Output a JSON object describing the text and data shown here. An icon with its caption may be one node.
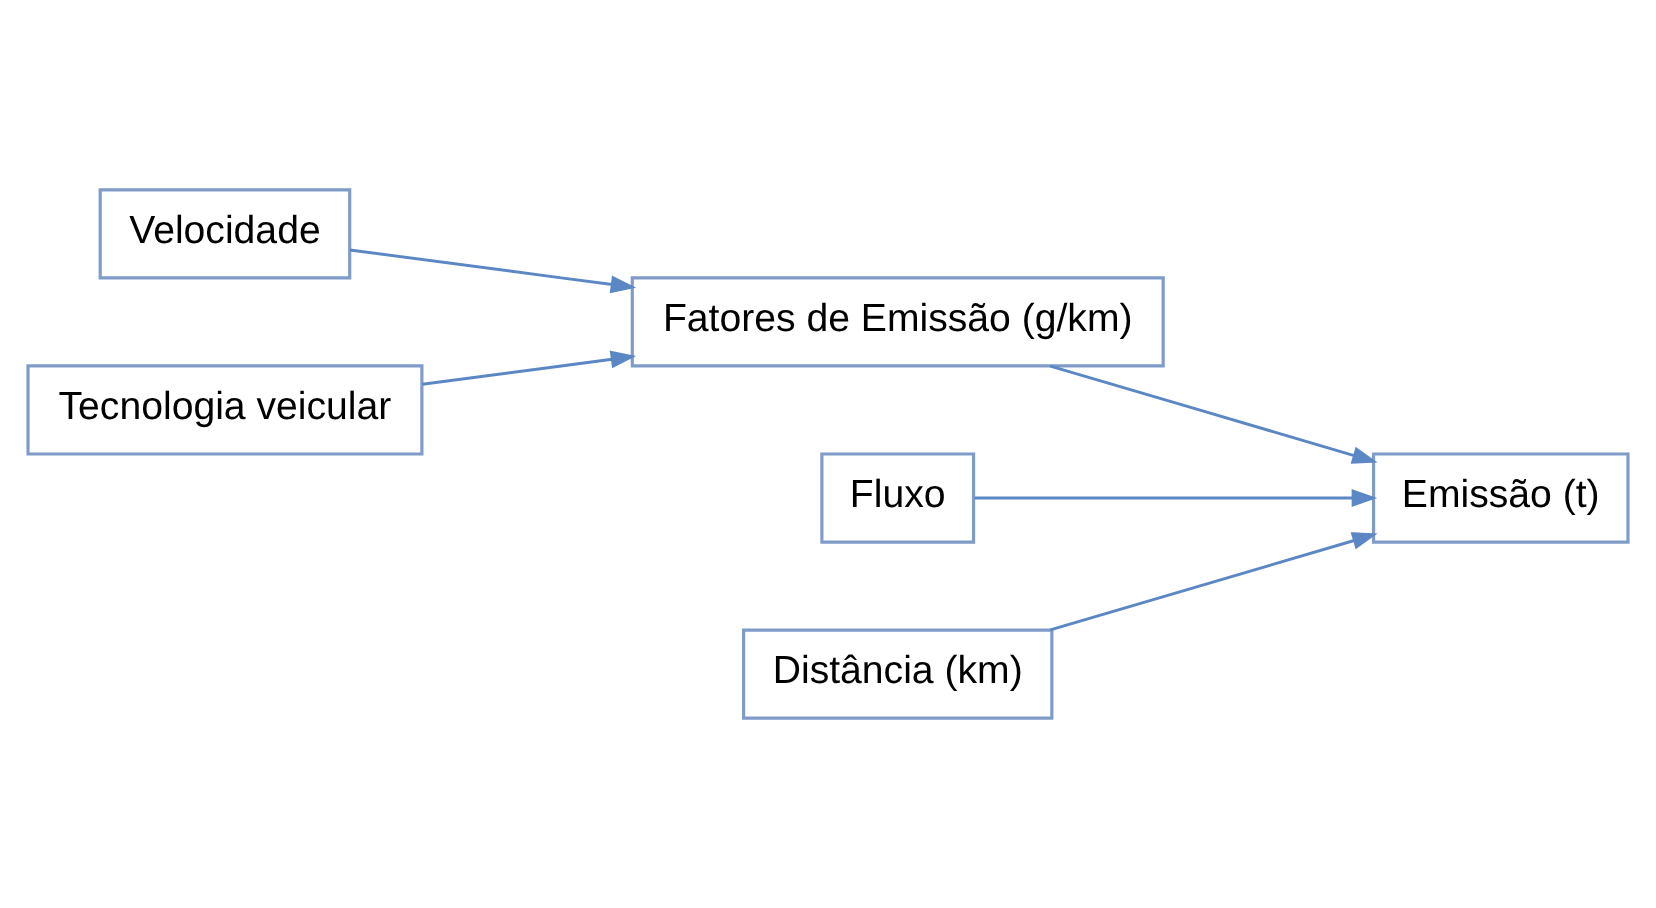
{
  "diagram": {
    "nodes": [
      {
        "text": [
          "Velocidade"
        ]
      },
      {
        "text": [
          "Tecnologia veicular"
        ]
      },
      {
        "text": [
          "Fatores de Emissão (g/km)"
        ]
      },
      {
        "text": [
          "Fluxo"
        ]
      },
      {
        "text": [
          "Distância (km)"
        ]
      },
      {
        "text": [
          "Emissão (t)"
        ]
      }
    ],
    "edges": [
      {
        "from": 0,
        "to": 2,
        "arrow": "to"
      },
      {
        "from": 1,
        "to": 2,
        "arrow": "to"
      },
      {
        "from": 2,
        "to": 5,
        "arrow": "to"
      },
      {
        "from": 3,
        "to": 5,
        "arrow": "to"
      },
      {
        "from": 4,
        "to": 5,
        "arrow": "to"
      }
    ]
  }
}
